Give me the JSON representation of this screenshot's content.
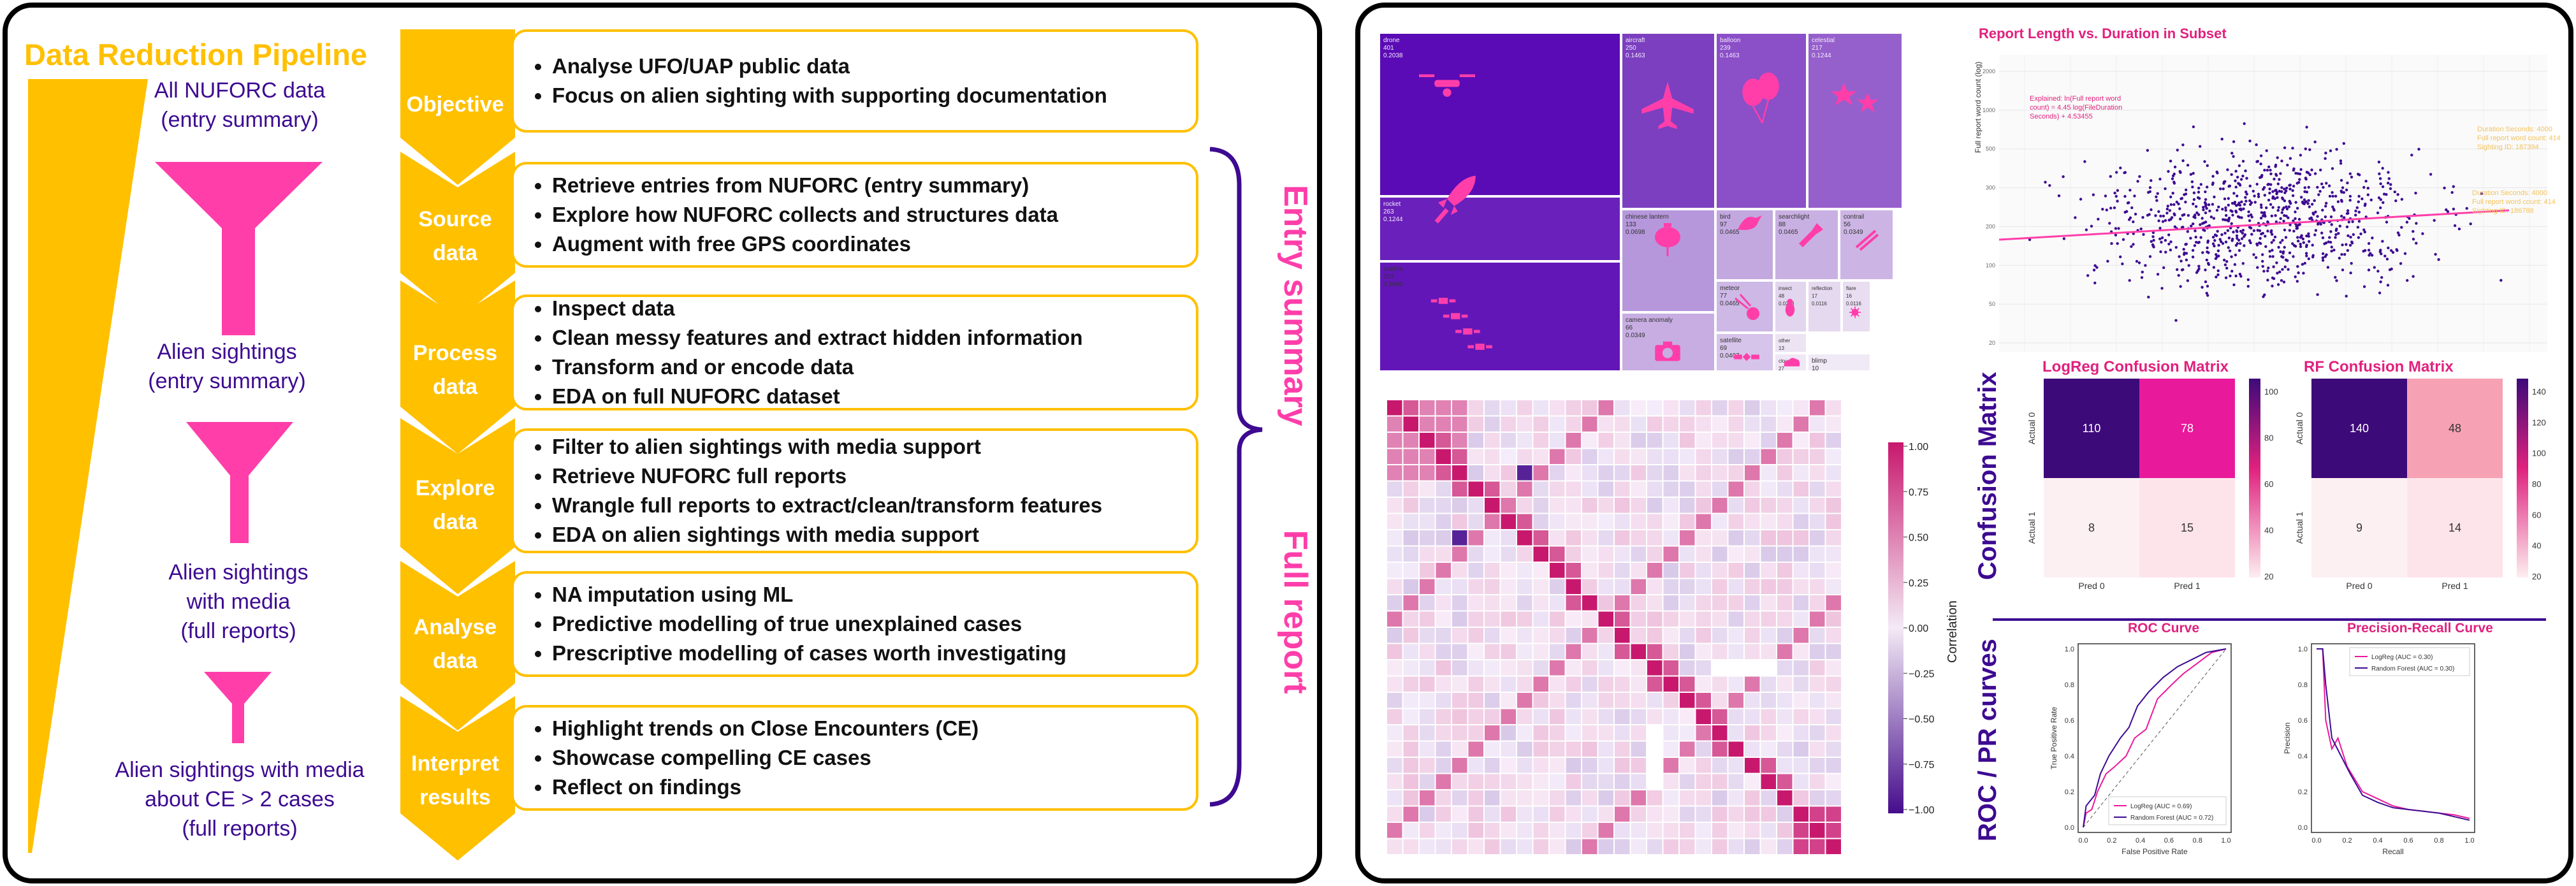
{
  "pipeline": {
    "title": "Data Reduction Pipeline",
    "stages": [
      {
        "lines": [
          "All NUFORC data",
          "(entry summary)"
        ]
      },
      {
        "lines": [
          "Alien sightings",
          "(entry summary)"
        ]
      },
      {
        "lines": [
          "Alien sightings",
          "with media",
          "(full reports)"
        ]
      },
      {
        "lines": [
          "Alien sightings with media",
          "about CE > 2 cases",
          "(full reports)"
        ]
      }
    ]
  },
  "steps": [
    {
      "label": [
        "Objective"
      ],
      "items": [
        "Analyse UFO/UAP public data",
        "Focus on alien sighting with supporting documentation"
      ]
    },
    {
      "label": [
        "Source",
        "data"
      ],
      "items": [
        "Retrieve entries from NUFORC (entry summary)",
        "Explore how NUFORC collects and structures data",
        "Augment with free GPS coordinates"
      ]
    },
    {
      "label": [
        "Process",
        "data"
      ],
      "items": [
        "Inspect data",
        "Clean messy features and extract hidden information",
        "Transform and or encode data",
        "EDA on full NUFORC dataset"
      ]
    },
    {
      "label": [
        "Explore",
        "data"
      ],
      "items": [
        "Filter to alien sightings with media support",
        "Retrieve NUFORC full reports",
        "Wrangle full reports to extract/clean/transform features",
        "EDA on alien sightings with media support"
      ]
    },
    {
      "label": [
        "Analyse",
        "data"
      ],
      "items": [
        "NA imputation using ML",
        "Predictive modelling of true unexplained cases",
        "Prescriptive modelling of cases worth investigating"
      ]
    },
    {
      "label": [
        "Interpret",
        "results"
      ],
      "items": [
        "Highlight trends on Close Encounters (CE)",
        "Showcase compelling CE cases",
        "Reflect on findings"
      ]
    }
  ],
  "brackets": {
    "entry_summary": "Entry summary",
    "full_report": "Full report"
  },
  "treemap": {
    "cells": [
      {
        "name": "drone",
        "count": "401",
        "share": "0.2038",
        "icon": "drone-icon"
      },
      {
        "name": "aircraft",
        "count": "250",
        "share": "0.1463",
        "icon": "airplane-icon"
      },
      {
        "name": "balloon",
        "count": "239",
        "share": "0.1463",
        "icon": "balloons-icon"
      },
      {
        "name": "celestial",
        "count": "217",
        "share": "0.1244",
        "icon": "stars-icon"
      },
      {
        "name": "rocket",
        "count": "263",
        "share": "0.1244",
        "icon": "rocket-icon"
      },
      {
        "name": "chinese lantern",
        "count": "133",
        "share": "0.0698",
        "icon": "lantern-icon"
      },
      {
        "name": "bird",
        "count": "97",
        "share": "0.0465",
        "icon": "bird-icon"
      },
      {
        "name": "searchlight",
        "count": "88",
        "share": "0.0465",
        "icon": "flashlight-icon"
      },
      {
        "name": "contrail",
        "count": "56",
        "share": "0.0349",
        "icon": "contrail-icon"
      },
      {
        "name": "starlink",
        "count": "303",
        "share": "0.1860",
        "icon": "satellite-chain-icon"
      },
      {
        "name": "meteor",
        "count": "77",
        "share": "0.0465",
        "icon": "meteor-icon"
      },
      {
        "name": "insect",
        "count": "48",
        "share": "0.0233",
        "icon": "bug-icon"
      },
      {
        "name": "reflection",
        "count": "17",
        "share": "0.0116",
        "icon": "reflection-icon"
      },
      {
        "name": "flare",
        "count": "16",
        "share": "0.0116",
        "icon": "flare-icon"
      },
      {
        "name": "camera anomaly",
        "count": "66",
        "share": "0.0349",
        "icon": "camera-icon"
      },
      {
        "name": "satellite",
        "count": "69",
        "share": "0.0407",
        "icon": "satellite-icon"
      },
      {
        "name": "other",
        "count": "13",
        "share": "0.0081",
        "icon": ""
      },
      {
        "name": "cloud",
        "count": "27",
        "share": "",
        "icon": "cloud-icon"
      },
      {
        "name": "blimp",
        "count": "10",
        "share": "",
        "icon": ""
      }
    ]
  },
  "scatter": {
    "title": "Report Length vs. Duration in Subset",
    "ylabel": "Full report word count (log)",
    "ytick_labels": [
      "2000",
      "1000",
      "500",
      "300",
      "200",
      "100",
      "50",
      "20"
    ],
    "annotation_left": [
      "Explained: ln(Full report word",
      "count) = 4.45 log(FileDuration",
      "Seconds) + 4.53455"
    ],
    "annotation_right_1": [
      "Duration Seconds: 4000",
      "Full report word count: 414",
      "Sighting ID: 187394"
    ],
    "annotation_right_2": [
      "Duration Seconds: 4000",
      "Full report word count: 414",
      "Sighting ID: 186788"
    ]
  },
  "corr": {
    "colorbar_label": "Correlation",
    "ticks": [
      "1.00",
      "0.75",
      "0.50",
      "0.25",
      "0.00",
      "−0.25",
      "−0.50",
      "−0.75",
      "−1.00"
    ]
  },
  "confusion": {
    "section_title": "Confusion Matrix",
    "logreg": {
      "title": "LogReg Confusion Matrix",
      "values": [
        "110",
        "78",
        "8",
        "15"
      ],
      "cbar": [
        "100",
        "80",
        "60",
        "40",
        "20"
      ]
    },
    "rf": {
      "title": "RF Confusion Matrix",
      "values": [
        "140",
        "48",
        "9",
        "14"
      ],
      "cbar": [
        "140",
        "120",
        "100",
        "80",
        "60",
        "40",
        "20"
      ]
    },
    "row_labels": [
      "Actual 0",
      "Actual 1"
    ],
    "col_labels": [
      "Pred 0",
      "Pred 1"
    ]
  },
  "curves": {
    "section_title": "ROC / PR curves",
    "roc_title": "ROC Curve",
    "roc_xlabel": "False Positive Rate",
    "roc_ylabel": "True Positive Rate",
    "roc_legend": [
      "LogReg (AUC = 0.69)",
      "Random Forest (AUC = 0.72)"
    ],
    "pr_title": "Precision-Recall Curve",
    "pr_xlabel": "Recall",
    "pr_ylabel": "Precision",
    "pr_legend": [
      "LogReg (AUC = 0.30)",
      "Random Forest (AUC = 0.30)"
    ],
    "ticks": [
      "0.0",
      "0.2",
      "0.4",
      "0.6",
      "0.8",
      "1.0"
    ]
  },
  "colors": {
    "gold": "#ffc000",
    "pink": "#ff3eaa",
    "purple": "#3d0a91",
    "magenta": "#c2185b"
  }
}
